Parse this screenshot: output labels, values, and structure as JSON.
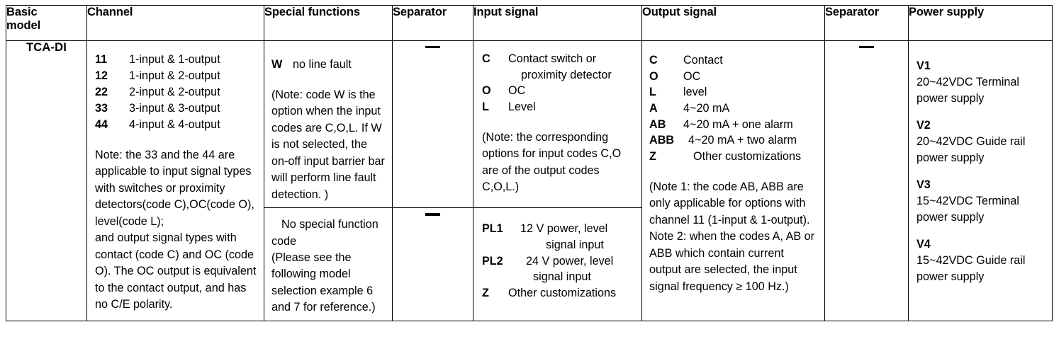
{
  "table": {
    "headers": [
      {
        "label": "Basic\nmodel",
        "name": "header-basic-model"
      },
      {
        "label": "Channel",
        "name": "header-channel"
      },
      {
        "label": "Special functions",
        "name": "header-special-functions"
      },
      {
        "label": "Separator",
        "name": "header-separator-1"
      },
      {
        "label": "Input signal",
        "name": "header-input-signal"
      },
      {
        "label": "Output signal",
        "name": "header-output-signal"
      },
      {
        "label": "Separator",
        "name": "header-separator-2"
      },
      {
        "label": "Power supply",
        "name": "header-power-supply"
      }
    ],
    "header_basic_model_line1": "Basic",
    "header_basic_model_line2": "model"
  },
  "basic_model": {
    "value": "TCA-DI"
  },
  "channel": {
    "options": [
      {
        "code": "11",
        "desc": "1-input & 1-output"
      },
      {
        "code": "12",
        "desc": "1-input & 2-output"
      },
      {
        "code": "22",
        "desc": "2-input & 2-output"
      },
      {
        "code": "33",
        "desc": "3-input & 3-output"
      },
      {
        "code": "44",
        "desc": "4-input & 4-output"
      }
    ],
    "note": "Note: the 33 and the 44 are applicable to input signal types with switches or proximity detectors(code C),OC(code O), level(code L);"
  },
  "channel_note_part2": "and output signal types with contact (code C) and OC (code O). The OC output is equivalent to the contact output, and has no C/E polarity.",
  "special_functions": {
    "top": {
      "code": "W",
      "desc": "no line fault",
      "note": "(Note: code W is the option when the input codes are C,O,L. If W is not selected, the on-off input barrier bar will perform line fault detection. )"
    },
    "bottom": {
      "title": "No special function",
      "title_cont": "code",
      "note": "(Please see the following model selection example 6 and 7 for reference.)"
    }
  },
  "separator_1": {
    "top_symbol": "—",
    "bottom_symbol": "—"
  },
  "separator_2": {
    "symbol": "—"
  },
  "input_signal": {
    "top_options": [
      {
        "code": "C",
        "desc": "Contact switch or",
        "desc_cont": "proximity detector"
      },
      {
        "code": "O",
        "desc": "OC",
        "desc_cont": ""
      },
      {
        "code": "L",
        "desc": "Level",
        "desc_cont": ""
      }
    ],
    "note": "(Note: the corresponding options for input codes C,O are of the output codes C,O,L.)",
    "bottom_options": [
      {
        "code": "PL1",
        "desc": "12 V power, level",
        "desc_cont": "signal input"
      },
      {
        "code": "PL2",
        "desc": "24 V power, level",
        "desc_cont": "signal input"
      },
      {
        "code": "Z",
        "desc": "Other customizations",
        "desc_cont": ""
      }
    ]
  },
  "output_signal": {
    "options": [
      {
        "code": "C",
        "desc": "Contact"
      },
      {
        "code": "O",
        "desc": "OC"
      },
      {
        "code": "L",
        "desc": "level"
      },
      {
        "code": "A",
        "desc": "4~20 mA"
      },
      {
        "code": "AB",
        "desc": "4~20 mA + one alarm"
      },
      {
        "code": "ABB",
        "desc": "4~20 mA + two alarm"
      },
      {
        "code": "Z",
        "desc": "Other customizations"
      }
    ],
    "note": "(Note 1: the code AB, ABB are only applicable for options with channel 11 (1-input & 1-output). Note 2: when the codes A, AB or ABB which contain current output are selected, the input signal frequency ≥ 100 Hz.)"
  },
  "power_supply": {
    "options": [
      {
        "code": "V1",
        "desc": "20~42VDC Terminal power supply"
      },
      {
        "code": "V2",
        "desc": "20~42VDC Guide rail power supply"
      },
      {
        "code": "V3",
        "desc": "15~42VDC Terminal power supply"
      },
      {
        "code": "V4",
        "desc": "15~42VDC Guide rail power supply"
      }
    ]
  },
  "colors": {
    "header_background": "#d9d9d9",
    "border": "#000000",
    "text": "#000000",
    "page_background": "#ffffff"
  }
}
